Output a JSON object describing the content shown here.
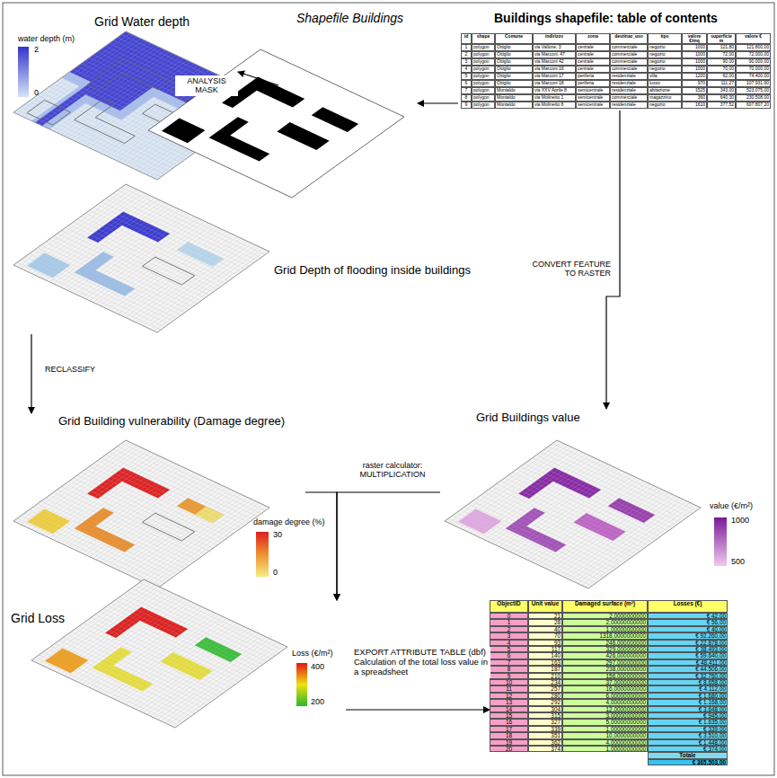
{
  "diagram": {
    "nodes": [
      {
        "text": [
          "Grid Water depth"
        ]
      },
      {
        "text": [
          "Shapefile Buildings"
        ]
      },
      {
        "text": [
          "Buildings shapefile: table of contents",
          "id",
          "shape",
          "Comune",
          "indirizzo",
          "zona",
          "destinaz_uso",
          "tipo",
          "valore €/mq",
          "superficie m",
          "valore €",
          "1",
          "polygon",
          "Ottiglio",
          "via Vallone, 3",
          "centrale",
          "commerciale",
          "negozio",
          "1000",
          "121,80",
          "121.800,00",
          "2",
          "polygon",
          "Ottiglio",
          "via Marconi, 47",
          "centrale",
          "commerciale",
          "negozio",
          "1000",
          "72,00",
          "72.000,00",
          "3",
          "polygon",
          "Ottiglio",
          "via Marconi 42",
          "centrale",
          "commerciale",
          "negozio",
          "1000",
          "90,00",
          "90.000,00",
          "4",
          "polygon",
          "Ottiglio",
          "via Marconi 16",
          "centrale",
          "commerciale",
          "negozio",
          "1000",
          "70,00",
          "70.000,00",
          "5",
          "polygon",
          "Ottiglio",
          "via Marconi 17",
          "periferia",
          "residenziale",
          "villa",
          "1200",
          "62,00",
          "74.400,00",
          "6",
          "polygon",
          "Ottiglio",
          "via Marconi 18",
          "periferia",
          "residenziale",
          "lusso",
          "970",
          "111,27",
          "107.931,90",
          "7",
          "polygon",
          "Montaldo",
          "via XXV Aprile 8",
          "semicentrale",
          "residenziale",
          "abitazione",
          "1525",
          "343,00",
          "523.075,00",
          "8",
          "polygon",
          "Montaldo",
          "via Molinetto 1",
          "semicentrale",
          "commerciale",
          "magazzino",
          "360",
          "640,30",
          "230.508,00",
          "9",
          "polygon",
          "Montaldo",
          "via Molinetto 8",
          "semicentrale",
          "residenziale",
          "negozio",
          "1610",
          "377,52",
          "607.807,20"
        ]
      },
      {
        "text": [
          "Grid Depth of flooding inside buildings"
        ]
      },
      {
        "text": [
          "Grid Building vulnerability (Damage degree)"
        ]
      },
      {
        "text": [
          "Grid Buildings value"
        ]
      },
      {
        "text": [
          "Grid Loss"
        ]
      },
      {
        "text": [
          "ObjectID",
          "Unit value",
          "Damaged surface (m²)",
          "Losses (€)",
          "0",
          "21",
          "2,0000000000",
          "€ 42,00",
          "1",
          "28",
          "2,00000000000",
          "€ 56,00",
          "2",
          "40",
          "1,00000000000",
          "€ 40,00",
          "3",
          "70",
          "1318,0000000000",
          "€ 92.260,00",
          "4",
          "93",
          "246,000000000",
          "€ 22.878,00",
          "5",
          "117",
          "329,000000000",
          "€ 38.493,00",
          "6",
          "140",
          "426,000000000",
          "€ 59.640,00",
          "7",
          "163",
          "297,000000000",
          "€ 48.411,00",
          "8",
          "187",
          "238,000000000",
          "€ 44.506,00",
          "9",
          "210",
          "156,000000000",
          "€ 32.760,00",
          "10",
          "234",
          "37,0000000000",
          "€ 8.658,00",
          "11",
          "257",
          "16,0000000000",
          "€ 4.112,00",
          "12",
          "280",
          "6,00000000000",
          "€ 1.680,00",
          "13",
          "292",
          "4,00000000000",
          "€ 1.168,00",
          "14",
          "304",
          "12,0000000000",
          "€ 3.648,00",
          "15",
          "315",
          "3,00000000000",
          "€ 945,00",
          "16",
          "327",
          "5,00000000000",
          "€ 1.635,00",
          "17",
          "339",
          "1,00000000000",
          "€ 339,00",
          "18",
          "351",
          "10,0000000000",
          "€ 3.510,00",
          "19",
          "362",
          "4,00000000000",
          "€ 1.448,00",
          "20",
          "374",
          "1,00000000000",
          "€ 374,00",
          "Totale",
          "€ 365.503,00"
        ]
      }
    ],
    "edges": [
      {
        "from": 2,
        "to": 1,
        "arrow": "to"
      },
      {
        "from": 1,
        "to": 0,
        "label": "ANALYSIS MASK",
        "arrow": "to"
      },
      {
        "from": 2,
        "to": 5,
        "label": "CONVERT FEATURE TO RASTER",
        "arrow": "to"
      },
      {
        "from": 3,
        "to": 4,
        "label": "RECLASSIFY",
        "arrow": "to"
      },
      {
        "from": 4,
        "to": 6,
        "arrow": "to"
      },
      {
        "from": 5,
        "to": 6,
        "label": "raster calculator: MULTIPLICATION",
        "arrow": "to"
      },
      {
        "from": 6,
        "to": 7,
        "label": "EXPORT ATTRIBUTE TABLE (dbf) Calculation of the total loss value in a spreadsheet",
        "arrow": "to"
      }
    ],
    "labels": [
      "water depth (m)",
      "2",
      "0",
      "damage degree (%)",
      "30",
      "0",
      "value (€/m²)",
      "1000",
      "500",
      "Loss (€/m²)",
      "400",
      "200"
    ]
  }
}
